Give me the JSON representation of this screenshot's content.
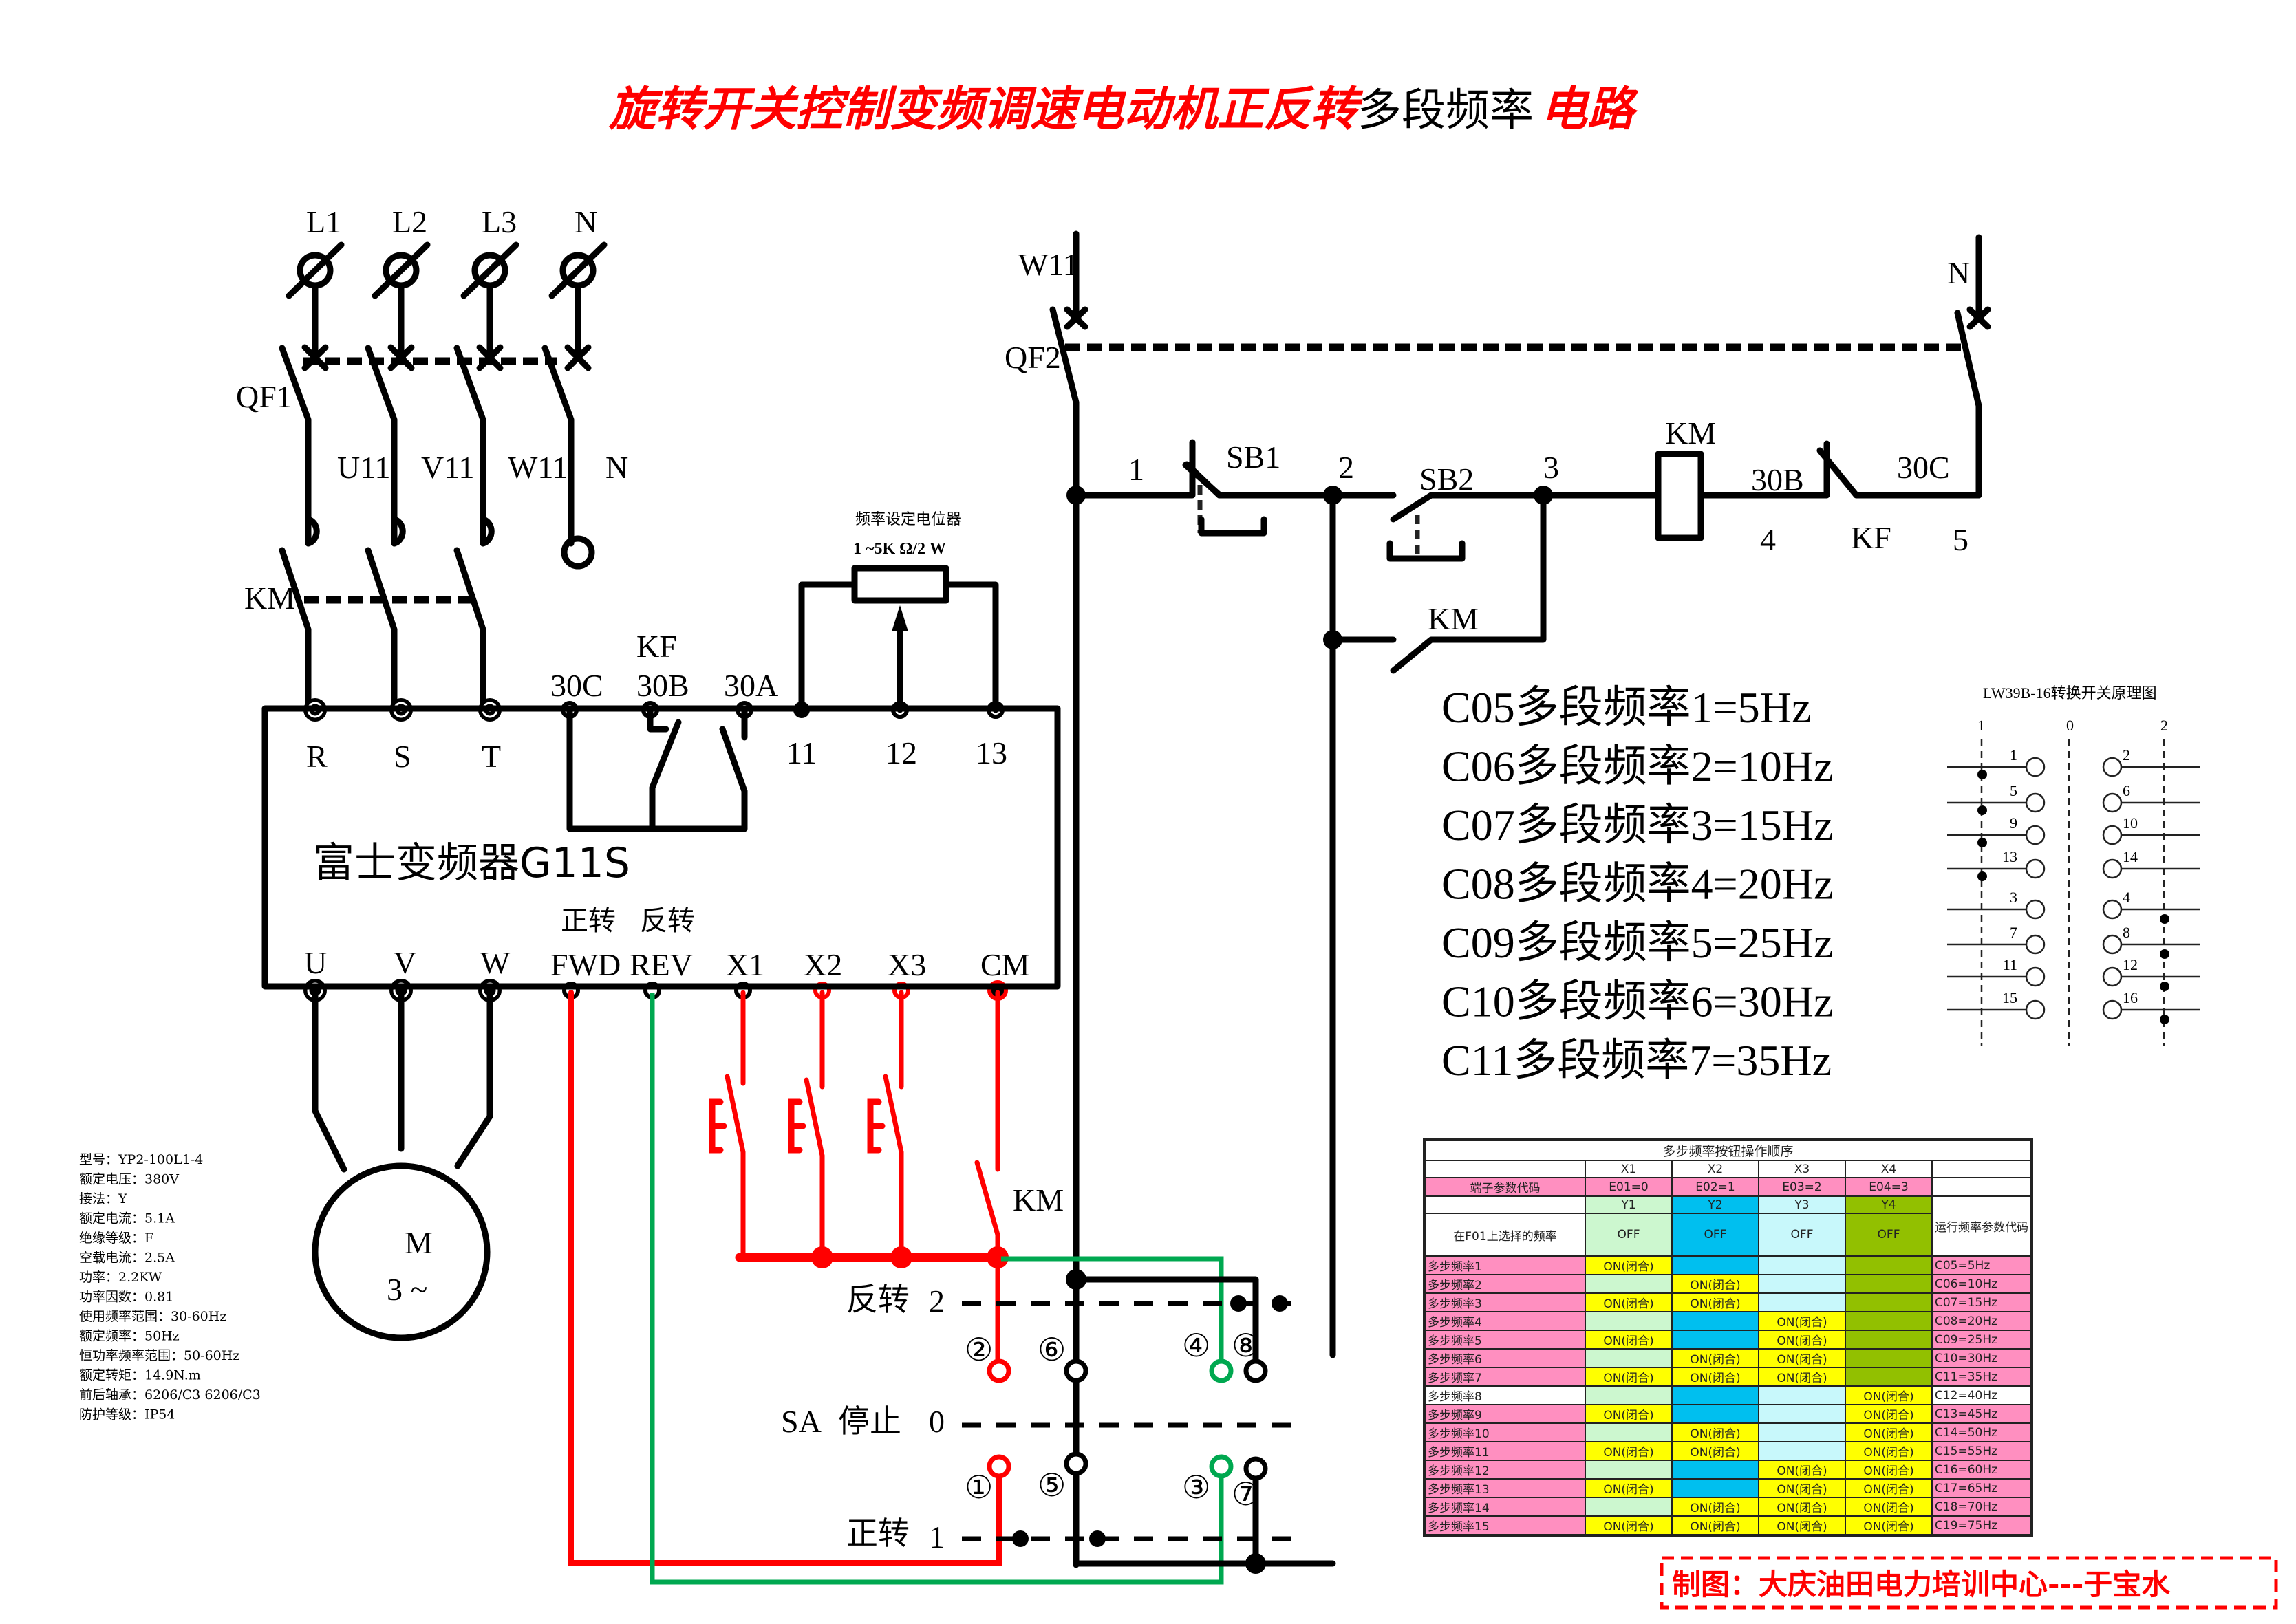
{
  "title": {
    "part1": "旋转开关控制变频调速电动机正反转",
    "part2": "多段频率",
    "part3": "电路"
  },
  "supply": {
    "phases": [
      "L1",
      "L2",
      "L3",
      "N"
    ],
    "breaker": "QF1",
    "outputs": [
      "U11",
      "V11",
      "W11",
      "N"
    ],
    "contactor": "KM"
  },
  "inverter": {
    "name": "富士变频器G11S",
    "input_terminals": [
      "R",
      "S",
      "T"
    ],
    "relay_terminals": [
      "30C",
      "30B",
      "30A"
    ],
    "relay_label": "KF",
    "analog_terminals": [
      "11",
      "12",
      "13"
    ],
    "output_terminals": [
      "U",
      "V",
      "W"
    ],
    "control_terminals": [
      "FWD",
      "REV",
      "X1",
      "X2",
      "X3",
      "CM"
    ],
    "fwd_caption": "正转",
    "rev_caption": "反转"
  },
  "potentiometer": {
    "label": "频率设定电位器",
    "rating": "1 ~5K Ω/2 W"
  },
  "motor": {
    "symbol": "M",
    "phases": "3 ~",
    "specs": [
      "型号：YP2-100L1-4",
      "额定电压：380V",
      "接法：Y",
      "额定电流：5.1A",
      "绝缘等级：F",
      "空载电流：2.5A",
      "功率：2.2KW",
      "功率因数：0.81",
      "使用频率范围：30-60Hz",
      "额定频率：50Hz",
      "恒功率频率范围：50-60Hz",
      "额定转矩：14.9N.m",
      "前后轴承：6206/C3 6206/C3",
      "防护等级：IP54"
    ]
  },
  "control_circuit": {
    "supply_left": "W11",
    "supply_right": "N",
    "breaker": "QF2",
    "nodes": [
      "1",
      "2",
      "3",
      "4",
      "5"
    ],
    "stop_button": "SB1",
    "start_button": "SB2",
    "coil": "KM",
    "hold_contact": "KM",
    "fault_contact": "KF",
    "fault_terminals": [
      "30B",
      "30C"
    ]
  },
  "multi_speed_contacts": {
    "km_contact": "KM"
  },
  "selector_switch": {
    "name": "SA",
    "positions": [
      {
        "label": "反转",
        "value": "2"
      },
      {
        "label": "停止",
        "value": "0"
      },
      {
        "label": "正转",
        "value": "1"
      }
    ],
    "contacts_top": [
      "②",
      "⑥",
      "④",
      "⑧"
    ],
    "contacts_bottom": [
      "①",
      "⑤",
      "③",
      "⑦"
    ]
  },
  "frequency_list": [
    "C05多段频率1=5Hz",
    "C06多段频率2=10Hz",
    "C07多段频率3=15Hz",
    "C08多段频率4=20Hz",
    "C09多段频率5=25Hz",
    "C10多段频率6=30Hz",
    "C11多段频率7=35Hz"
  ],
  "lw39b": {
    "title": "LW39B-16转换开关原理图",
    "positions": [
      "1",
      "0",
      "2"
    ],
    "left_contacts": [
      "1",
      "5",
      "9",
      "13",
      "3",
      "7",
      "11",
      "15"
    ],
    "right_contacts": [
      "2",
      "6",
      "10",
      "14",
      "4",
      "8",
      "12",
      "16"
    ],
    "closed_in_pos1": [
      "1",
      "5",
      "9",
      "13"
    ],
    "closed_in_pos2": [
      "4",
      "8",
      "12",
      "16"
    ]
  },
  "sequence_table": {
    "caption": "多步频率按钮操作顺序",
    "terminals": [
      "X1",
      "X2",
      "X3",
      "X4"
    ],
    "param_label": "端子参数代码",
    "params": [
      "E01=0",
      "E02=1",
      "E03=2",
      "E04=3"
    ],
    "y_labels": [
      "Y1",
      "Y2",
      "Y3",
      "Y4"
    ],
    "f01_label": "在F01上选择的频率",
    "off_values": [
      "OFF",
      "OFF",
      "OFF",
      "OFF"
    ],
    "result_header": "运行频率参数代码",
    "on_text": "ON(闭合)",
    "rows": [
      {
        "name": "多步频率1",
        "x": [
          1,
          0,
          0,
          0
        ],
        "code": "C05=5Hz"
      },
      {
        "name": "多步频率2",
        "x": [
          0,
          1,
          0,
          0
        ],
        "code": "C06=10Hz"
      },
      {
        "name": "多步频率3",
        "x": [
          1,
          1,
          0,
          0
        ],
        "code": "C07=15Hz"
      },
      {
        "name": "多步频率4",
        "x": [
          0,
          0,
          1,
          0
        ],
        "code": "C08=20Hz"
      },
      {
        "name": "多步频率5",
        "x": [
          1,
          0,
          1,
          0
        ],
        "code": "C09=25Hz"
      },
      {
        "name": "多步频率6",
        "x": [
          0,
          1,
          1,
          0
        ],
        "code": "C10=30Hz"
      },
      {
        "name": "多步频率7",
        "x": [
          1,
          1,
          1,
          0
        ],
        "code": "C11=35Hz"
      },
      {
        "name": "多步频率8",
        "x": [
          0,
          0,
          0,
          1
        ],
        "code": "C12=40Hz",
        "white": true
      },
      {
        "name": "多步频率9",
        "x": [
          1,
          0,
          0,
          1
        ],
        "code": "C13=45Hz"
      },
      {
        "name": "多步频率10",
        "x": [
          0,
          1,
          0,
          1
        ],
        "code": "C14=50Hz"
      },
      {
        "name": "多步频率11",
        "x": [
          1,
          1,
          0,
          1
        ],
        "code": "C15=55Hz"
      },
      {
        "name": "多步频率12",
        "x": [
          0,
          0,
          1,
          1
        ],
        "code": "C16=60Hz"
      },
      {
        "name": "多步频率13",
        "x": [
          1,
          0,
          1,
          1
        ],
        "code": "C17=65Hz"
      },
      {
        "name": "多步频率14",
        "x": [
          0,
          1,
          1,
          1
        ],
        "code": "C18=70Hz"
      },
      {
        "name": "多步频率15",
        "x": [
          1,
          1,
          1,
          1
        ],
        "code": "C19=75Hz"
      }
    ]
  },
  "credit": "制图：大庆油田电力培训中心---于宝水",
  "colors": {
    "title_red": "#ff0000",
    "wire_red": "#ff0000",
    "wire_green": "#00a850",
    "table_pink": "#ff8fc0",
    "table_yellow": "#ffff00",
    "y1": "#ccf7cf",
    "y2": "#00bfef",
    "y3": "#c8f8fb",
    "y4": "#92c000"
  }
}
